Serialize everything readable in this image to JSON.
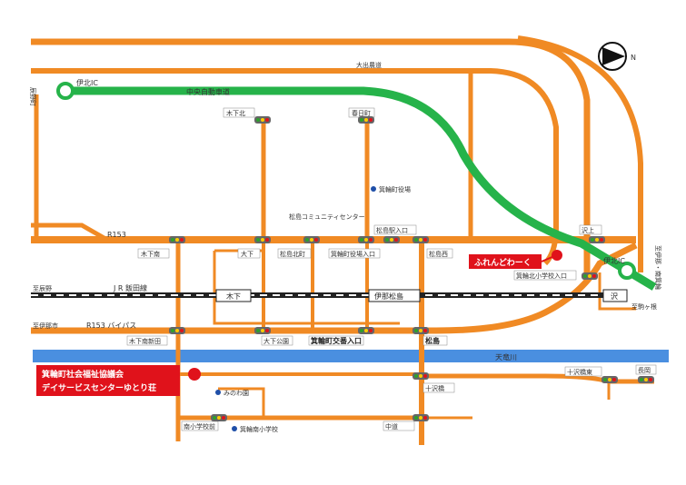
{
  "compass": {
    "letter": "N"
  },
  "colors": {
    "road": "#f08a24",
    "expressway": "#26b34a",
    "river": "#4a8fe0",
    "railway": "#222222",
    "marker": "#e0121b",
    "signal_body": "#666666"
  },
  "expressway": {
    "name": "中央自動車道",
    "ic_west": "伊北IC",
    "ic_east": "伊北IC"
  },
  "roads": {
    "top": "大出農道",
    "r153": "R153",
    "bypass": "R153 バイパス",
    "left_edge_top": "辰野町",
    "left_edge_mid": "至辰野",
    "left_edge_bottom": "至伊那市",
    "right_edge": "至伊那・南箕輪"
  },
  "railway": {
    "name": "J R 飯田線",
    "station_kinoshita": "木下",
    "station_inamatsushima": "伊那松島",
    "station_sawa": "沢",
    "left_label": "至辰野",
    "right_label": "至駒ヶ根"
  },
  "river": {
    "name": "天竜川"
  },
  "intersections": {
    "kinoshita_kita": "木下北",
    "kasugacho": "春日町",
    "kinoshita_minami": "木下南",
    "kimino": "大下",
    "matsushima_kita": "松島北町",
    "office_entrance": "箕輪町役場入口",
    "matsushima_station_entrance": "松島駅入口",
    "matsushima": "松島西",
    "sawa": "沢上",
    "kinoshita_minami2": "木下南新田",
    "okido": "大下公園",
    "minowa_koryu": "箕輪町交番入口",
    "matsushima_s": "松島",
    "sakai": "十沢橋",
    "minami_school": "南小学校前",
    "sawa_school": "箕輪北小学校入口",
    "haruchika": "十沢橋東",
    "kashio": "中道",
    "right_small": "長岡"
  },
  "places": {
    "town_office": "箕輪町役場",
    "community_center": "松島コミュニティセンター",
    "friend_work": "ふれんどわーく",
    "miwaen": "みのわ園",
    "school": "箕輪南小学校"
  },
  "destination": {
    "line1": "箕輪町社会福祉協議会",
    "line2": "デイサービスセンターゆとり荘"
  }
}
